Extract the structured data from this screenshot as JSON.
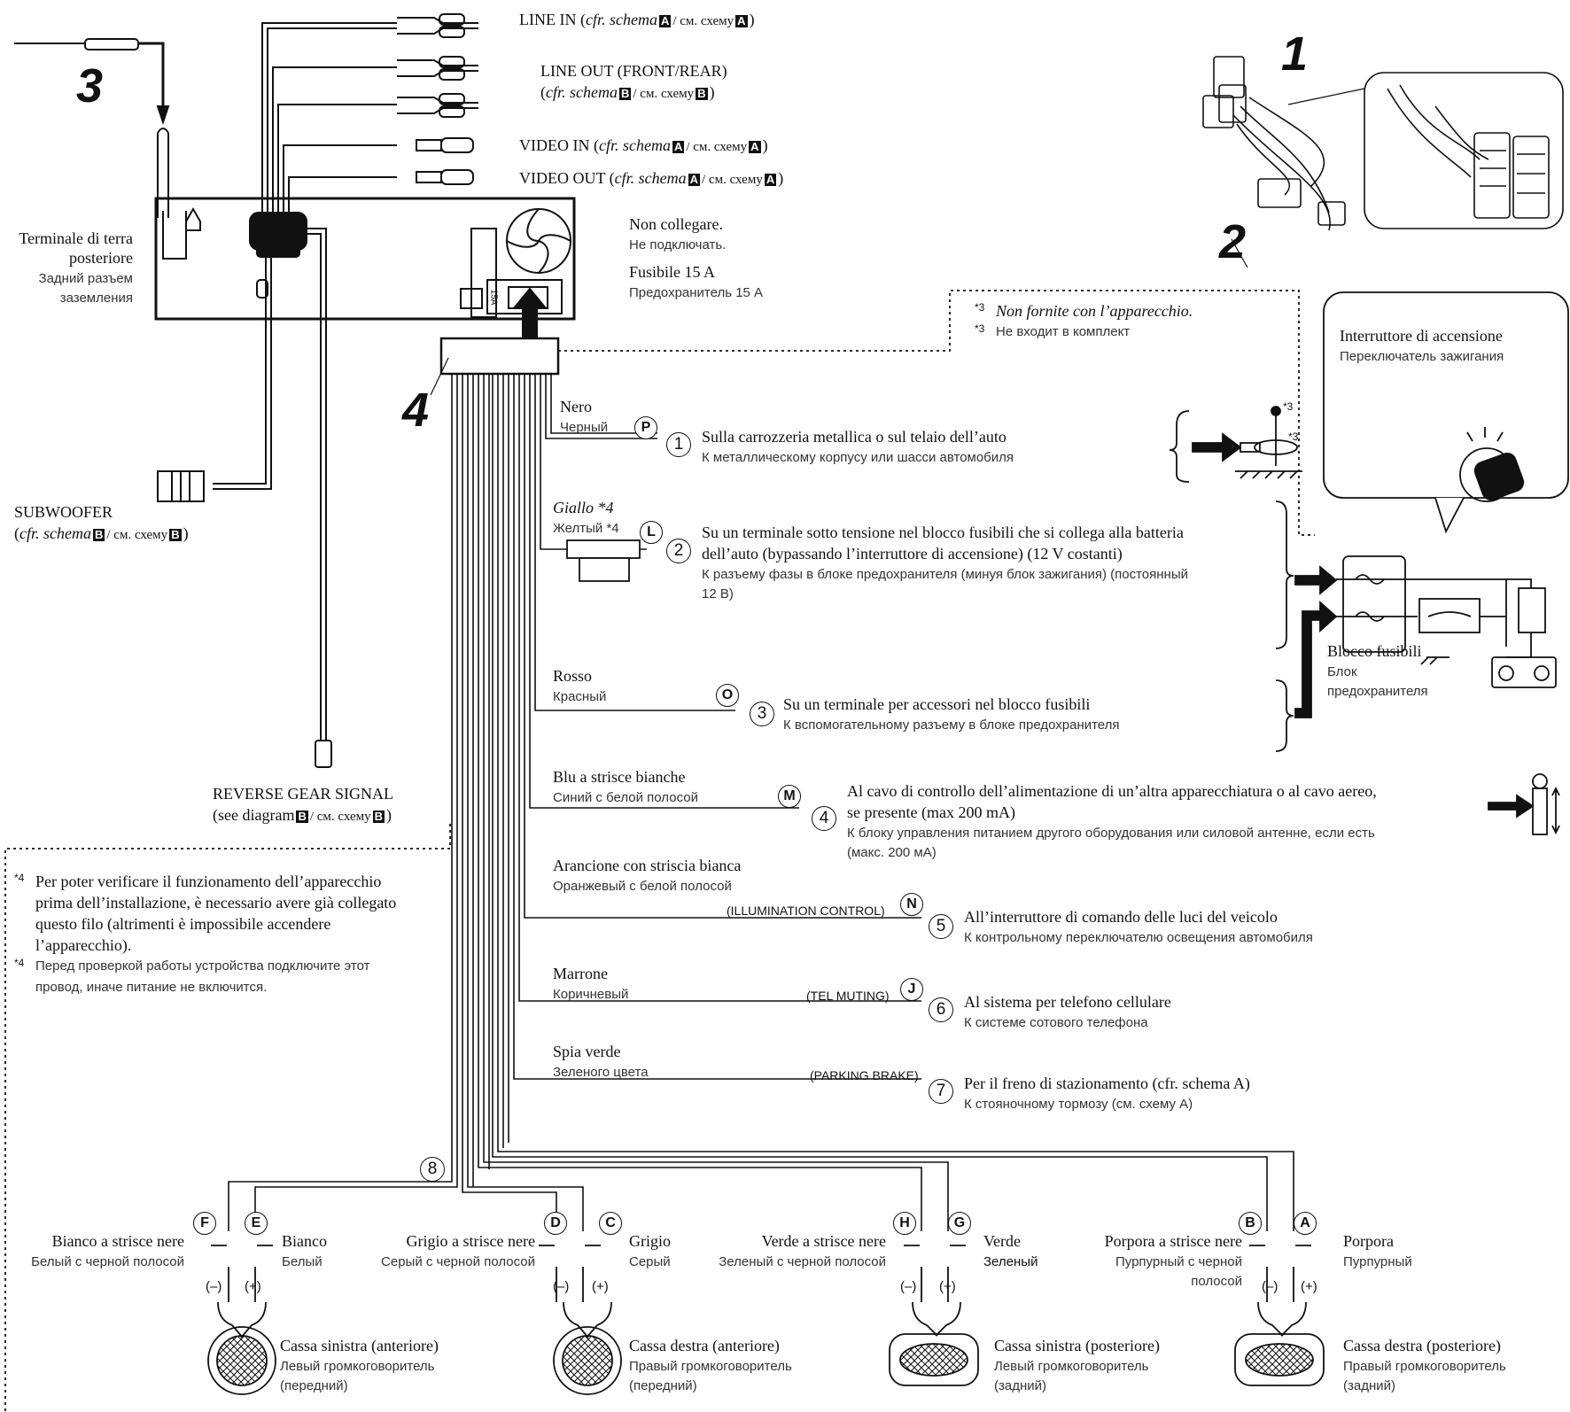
{
  "diagram": {
    "top_connections": {
      "line_in": {
        "label": "LINE IN (",
        "ref": "cfr. schema",
        "box": "A",
        "ru": "/ см. схему",
        "close": ")"
      },
      "line_out": {
        "label": "LINE OUT (FRONT/REAR)",
        "ref_open": "(",
        "ref": "cfr. schema",
        "box": "B",
        "ru": "/ см. схему",
        "close": ")"
      },
      "video_in": {
        "label": "VIDEO IN (",
        "ref": "cfr. schema",
        "box": "A",
        "ru": "/ см. схему",
        "close": ")"
      },
      "video_out": {
        "label": "VIDEO OUT (",
        "ref": "cfr. schema",
        "box": "A",
        "ru": "/ см. схему",
        "close": ")"
      }
    },
    "callouts": {
      "n1": "1",
      "n2": "2",
      "n3": "3",
      "n4": "4"
    },
    "ground_terminal": {
      "it": [
        "Terminale di terra",
        "posteriore"
      ],
      "ru": [
        "Задний разъем",
        "заземления"
      ]
    },
    "subwoofer": {
      "label": "SUBWOOFER",
      "ref_open": "(",
      "ref": "cfr. schema",
      "box": "B",
      "ru": "/ см. схему",
      "close": ")"
    },
    "reverse_gear": {
      "label": "REVERSE GEAR SIGNAL",
      "ref_open": "(see diagram",
      "box": "B",
      "ru": "/ см. схему",
      "close": ")"
    },
    "unit_labels": {
      "no_connect_it": "Non collegare.",
      "no_connect_ru": "Не подключать.",
      "fuse_it": "Fusibile 15 A",
      "fuse_ru": "Предохранитель 15 А",
      "fuse_mark": "15A"
    },
    "note3": {
      "mark": "*3",
      "it": "Non fornite con l’apparecchio.",
      "ru": "Не входит в комплект"
    },
    "note4": {
      "mark": "*4",
      "it": [
        "Per poter verificare il funzionamento dell’apparecchio",
        "prima dell’installazione, è necessario avere già collegato",
        "questo filo (altrimenti è impossibile accendere",
        "l’apparecchio)."
      ],
      "ru": [
        "Перед проверкой работы устройства подключите этот",
        "провод, иначе питание не включится."
      ]
    },
    "ignition": {
      "it": "Interruttore di accensione",
      "ru": "Переключатель зажигания"
    },
    "fuse_block": {
      "it": "Blocco fusibili",
      "ru": [
        "Блок",
        "предохранителя"
      ]
    },
    "screw_marks": {
      "a": "*3",
      "b": "*3"
    },
    "wires": [
      {
        "num": "1",
        "letter": "P",
        "color_it": "Nero",
        "color_ru": "Черный",
        "tag": "",
        "dest_it": [
          "Sulla carrozzeria metallica o sul telaio dell’auto"
        ],
        "dest_ru": [
          "К металлическому корпусу или шасси автомобиля"
        ]
      },
      {
        "num": "2",
        "letter": "L",
        "color_it": "Giallo *4",
        "color_ru": "Желтый *4",
        "tag": "",
        "dest_it": [
          "Su un terminale sotto tensione nel blocco fusibili che si collega alla batteria",
          "dell’auto (bypassando l’interruttore di accensione) (12 V costanti)"
        ],
        "dest_ru": [
          "К разъему фазы в блоке предохранителя (минуя блок зажигания) (постоянный",
          "12 В)"
        ]
      },
      {
        "num": "3",
        "letter": "O",
        "color_it": "Rosso",
        "color_ru": "Красный",
        "tag": "",
        "dest_it": [
          "Su un terminale per accessori nel blocco fusibili"
        ],
        "dest_ru": [
          "К вспомогательному разъему в блоке предохранителя"
        ]
      },
      {
        "num": "4",
        "letter": "M",
        "color_it": "Blu a strisce bianche",
        "color_ru": "Синий с белой полосой",
        "tag": "",
        "dest_it": [
          "Al cavo di controllo dell’alimentazione di un’altra apparecchiatura o al cavo aereo,",
          "se presente  (max 200 mA)"
        ],
        "dest_ru": [
          "К блоку управления питанием другого оборудования или силовой антенне, если есть",
          "(макс. 200 мА)"
        ]
      },
      {
        "num": "5",
        "letter": "N",
        "color_it": "Arancione con striscia bianca",
        "color_ru": "Оранжевый с белой полосой",
        "tag": "(ILLUMINATION CONTROL)",
        "dest_it": [
          "All’interruttore di comando delle luci del veicolo"
        ],
        "dest_ru": [
          "К контрольному переключателю освещения автомобиля"
        ]
      },
      {
        "num": "6",
        "letter": "J",
        "color_it": "Marrone",
        "color_ru": "Коричневый",
        "tag": "(TEL MUTING)",
        "dest_it": [
          "Al sistema per telefono cellulare"
        ],
        "dest_ru": [
          "К системе сотового телефона"
        ]
      },
      {
        "num": "7",
        "letter": "",
        "color_it": "Spia verde",
        "color_ru": "Зеленого цвета",
        "tag": "(PARKING BRAKE)",
        "dest_it": [
          "Per il freno di stazionamento (cfr. schema A)"
        ],
        "dest_ru": [
          "К стояночному тормозу (см. схему A)"
        ]
      }
    ],
    "speaker_bundle_num": "8",
    "speakers": [
      {
        "neg_letter": "F",
        "pos_letter": "E",
        "neg_it": "Bianco a strisce nere",
        "neg_ru": "Белый с черной полосой",
        "pos_it": "Bianco",
        "pos_ru": "Белый",
        "minus": "(–)",
        "plus": "(+)",
        "name_it": "Cassa sinistra (anteriore)",
        "name_ru": [
          "Левый громкоговоритель",
          "(передний)"
        ]
      },
      {
        "neg_letter": "D",
        "pos_letter": "C",
        "neg_it": "Grigio a strisce nere",
        "neg_ru": "Серый с черной полосой",
        "pos_it": "Grigio",
        "pos_ru": "Серый",
        "minus": "(–)",
        "plus": "(+)",
        "name_it": "Cassa destra (anteriore)",
        "name_ru": [
          "Правый громкоговоритель",
          "(передний)"
        ]
      },
      {
        "neg_letter": "H",
        "pos_letter": "G",
        "neg_it": "Verde a strisce nere",
        "neg_ru": "Зеленый с черной полосой",
        "pos_it": "Verde",
        "pos_ru": "Зеленый",
        "minus": "(–)",
        "plus": "(+)",
        "name_it": "Cassa sinistra (posteriore)",
        "name_ru": [
          "Левый громкоговоритель",
          "(задний)"
        ]
      },
      {
        "neg_letter": "B",
        "pos_letter": "A",
        "neg_it": "Porpora a strisce nere",
        "neg_ru": "Пурпурный с черной",
        "neg_ru2": "полосой",
        "pos_it": "Porpora",
        "pos_ru": "Пурпурный",
        "minus": "(–)",
        "plus": "(+)",
        "name_it": "Cassa destra (posteriore)",
        "name_ru": [
          "Правый громкоговоритель",
          "(задний)"
        ]
      }
    ]
  }
}
